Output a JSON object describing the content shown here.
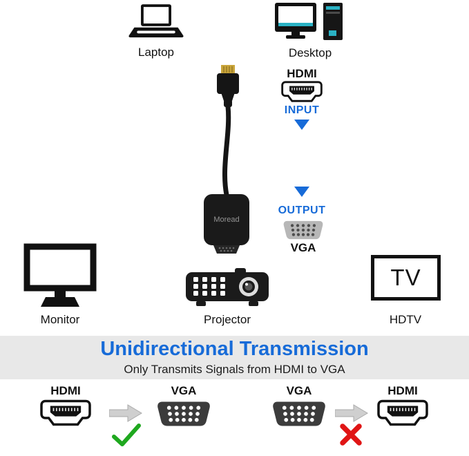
{
  "colors": {
    "accent_blue": "#176bd8",
    "banner_background": "#e8e8e8",
    "success_green": "#1fa81f",
    "error_red": "#e01515",
    "arrow_gray": "#cfcfcf",
    "connector_gold": "#c9a53a",
    "device_black": "#111111"
  },
  "top_devices": {
    "laptop_label": "Laptop",
    "desktop_label": "Desktop"
  },
  "flow": {
    "source_connector_label": "HDMI",
    "input_label": "INPUT",
    "output_label": "OUTPUT",
    "target_connector_label": "VGA"
  },
  "adapter": {
    "brand": "Moread"
  },
  "bottom_devices": {
    "monitor_label": "Monitor",
    "projector_label": "Projector",
    "hdtv_label": "HDTV",
    "tv_screen_text": "TV"
  },
  "banner": {
    "title": "Unidirectional Transmission",
    "subtitle": "Only Transmits Signals from HDMI to VGA"
  },
  "comparison": {
    "allowed": {
      "from_label": "HDMI",
      "to_label": "VGA"
    },
    "blocked": {
      "from_label": "VGA",
      "to_label": "HDMI"
    }
  },
  "icons": {
    "laptop-icon": "laptop device silhouette",
    "desktop-icon": "desktop monitor and tower silhouette",
    "hdmi-connector-icon": "HDMI male connector front view",
    "vga-connector-icon": "VGA 15-pin connector front view",
    "down-arrow-icon": "solid blue downward triangle",
    "monitor-icon": "computer monitor outline",
    "projector-icon": "video projector silhouette",
    "tv-icon": "television outline with TV text",
    "right-arrow-icon": "gray block arrow pointing right",
    "check-icon": "green checkmark",
    "cross-icon": "red X mark",
    "adapter-image": "black HDMI to VGA adapter cable"
  }
}
